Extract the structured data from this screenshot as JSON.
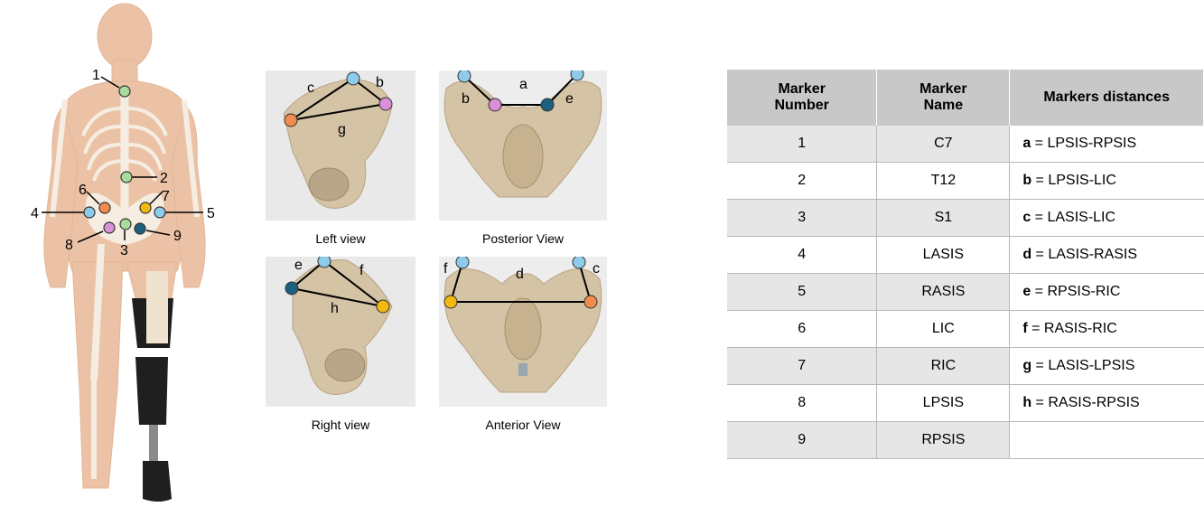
{
  "body_markers": [
    {
      "label": "1",
      "color": "#a9dc9a"
    },
    {
      "label": "2",
      "color": "#a9dc9a"
    },
    {
      "label": "3",
      "color": "#a9dc9a"
    },
    {
      "label": "4",
      "color": "#8ecbea"
    },
    {
      "label": "5",
      "color": "#8ecbea"
    },
    {
      "label": "6",
      "color": "#f28c4e"
    },
    {
      "label": "7",
      "color": "#f2b90f"
    },
    {
      "label": "8",
      "color": "#d990d9"
    },
    {
      "label": "9",
      "color": "#1d5f7f"
    }
  ],
  "views": {
    "left": {
      "caption": "Left view",
      "labels": [
        "c",
        "b",
        "g"
      ]
    },
    "posterior": {
      "caption": "Posterior View",
      "labels": [
        "a",
        "b",
        "e"
      ]
    },
    "right": {
      "caption": "Right view",
      "labels": [
        "e",
        "f",
        "h"
      ]
    },
    "anterior": {
      "caption": "Anterior View",
      "labels": [
        "f",
        "d",
        "c"
      ]
    }
  },
  "table": {
    "headers": [
      "Marker\nNumber",
      "Marker\nName",
      "Markers distances"
    ],
    "rows": [
      {
        "number": "1",
        "name": "C7",
        "dist_key": "a",
        "dist_val": " = LPSIS-RPSIS"
      },
      {
        "number": "2",
        "name": "T12",
        "dist_key": "b",
        "dist_val": " = LPSIS-LIC"
      },
      {
        "number": "3",
        "name": "S1",
        "dist_key": "c",
        "dist_val": " = LASIS-LIC"
      },
      {
        "number": "4",
        "name": "LASIS",
        "dist_key": "d",
        "dist_val": " = LASIS-RASIS"
      },
      {
        "number": "5",
        "name": "RASIS",
        "dist_key": "e",
        "dist_val": " = RPSIS-RIC"
      },
      {
        "number": "6",
        "name": "LIC",
        "dist_key": "f",
        "dist_val": " = RASIS-RIC"
      },
      {
        "number": "7",
        "name": "RIC",
        "dist_key": "g",
        "dist_val": " = LASIS-LPSIS"
      },
      {
        "number": "8",
        "name": "LPSIS",
        "dist_key": "h",
        "dist_val": " = RASIS-RPSIS"
      },
      {
        "number": "9",
        "name": "RPSIS",
        "dist_key": "",
        "dist_val": ""
      }
    ]
  }
}
